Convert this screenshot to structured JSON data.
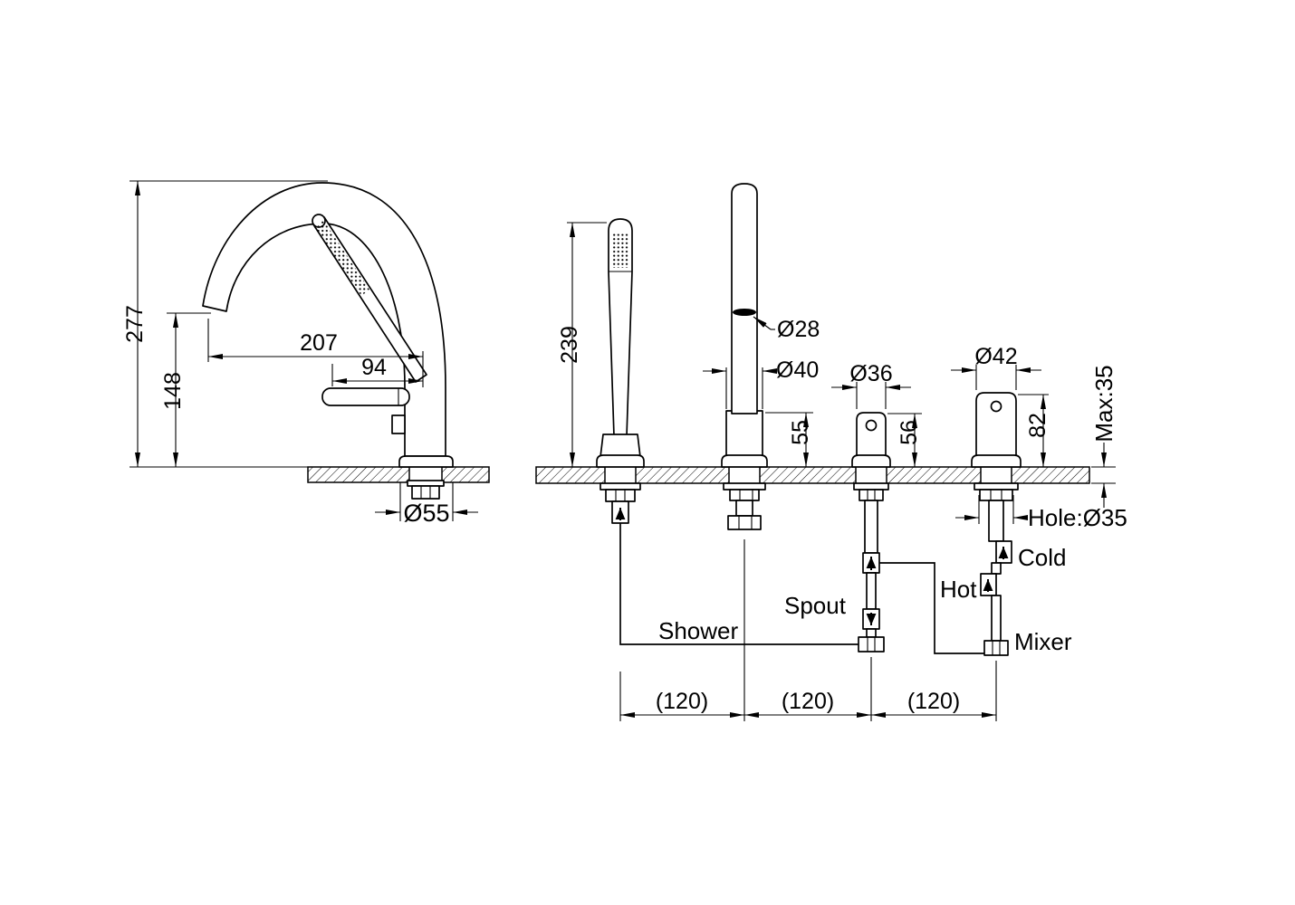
{
  "side_view": {
    "overall_height": "277",
    "spout_height": "148",
    "spout_reach": "207",
    "handle_reach": "94",
    "base_diameter": "Ø55"
  },
  "front_view": {
    "handshower_height": "239",
    "spout_tip_diameter": "Ø28",
    "spout_base_diameter": "Ø40",
    "spout_base_height": "55",
    "diverter_diameter": "Ø36",
    "diverter_height": "56",
    "handle_diameter": "Ø42",
    "handle_height": "82",
    "max_deck_thickness": "Max:35",
    "mounting_hole": "Hole:Ø35",
    "spacings": [
      "(120)",
      "(120)",
      "(120)"
    ],
    "labels": {
      "shower": "Shower",
      "spout": "Spout",
      "hot": "Hot",
      "cold": "Cold",
      "mixer": "Mixer"
    }
  },
  "colors": {
    "line": "#000000",
    "background": "#ffffff"
  }
}
